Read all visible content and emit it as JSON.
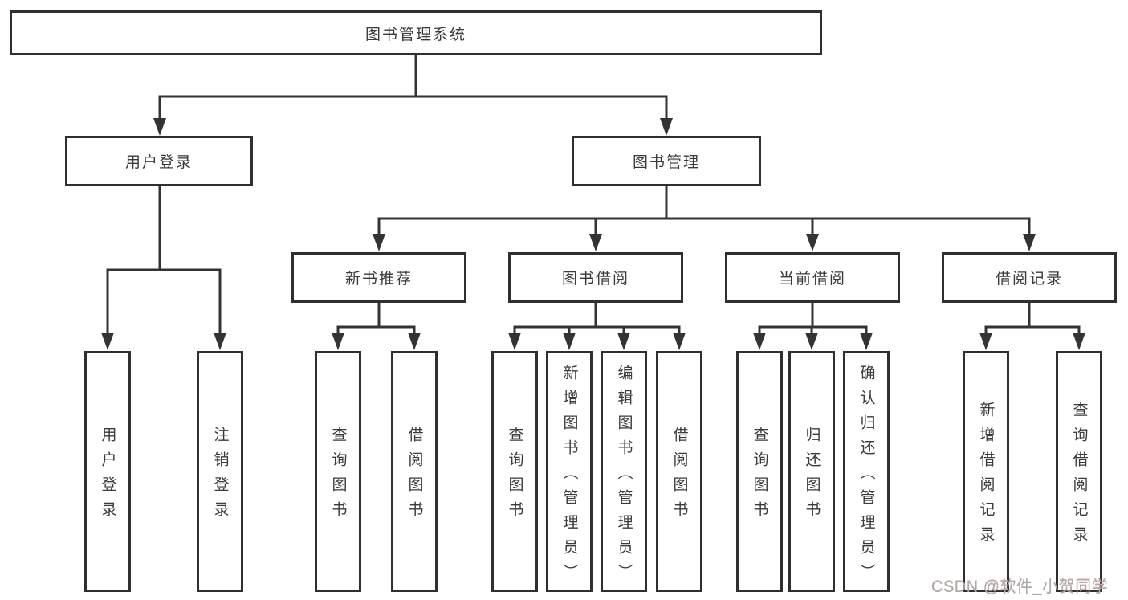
{
  "tree": {
    "root": "图书管理系统",
    "user_login": {
      "label": "用户登录",
      "children": [
        "用户登录",
        "注销登录"
      ]
    },
    "book_mgmt": {
      "label": "图书管理",
      "sections": [
        {
          "label": "新书推荐",
          "children": [
            "查询图书",
            "借阅图书"
          ]
        },
        {
          "label": "图书借阅",
          "children": [
            "查询图书",
            "新增图书（管理员）",
            "编辑图书（管理员）",
            "借阅图书"
          ]
        },
        {
          "label": "当前借阅",
          "children": [
            "查询图书",
            "归还图书",
            "确认归还（管理员）"
          ]
        },
        {
          "label": "借阅记录",
          "children": [
            "新增借阅记录",
            "查询借阅记录"
          ]
        }
      ]
    }
  },
  "colors": {
    "line": "#333333",
    "border": "#2f2f2f",
    "text": "#3a3a3a",
    "watermark": "#a9a9a9"
  },
  "watermark": "CSDN @软件_小贺同学"
}
